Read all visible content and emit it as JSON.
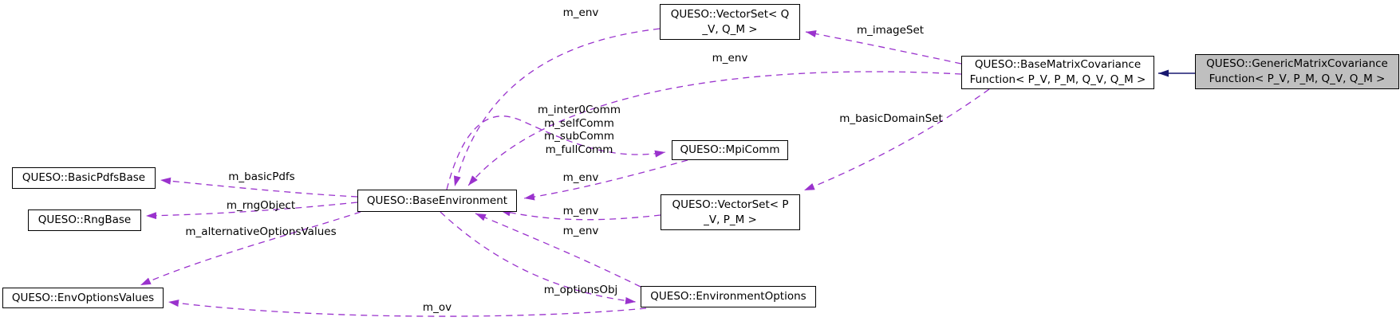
{
  "diagram": {
    "type": "doxygen-collaboration-graph",
    "colors": {
      "usage_edge": "#9a32cd",
      "inheritance_edge": "#191970",
      "node_fill": "#ffffff",
      "selected_node_fill": "#bfbfbf",
      "node_border": "#000000",
      "background": "#ffffff"
    }
  },
  "nodes": [
    {
      "id": "vectorset-q",
      "label": "QUESO::VectorSet< Q\n_V, Q_M >"
    },
    {
      "id": "base-matrix-covariance",
      "label": "QUESO::BaseMatrixCovariance\nFunction< P_V, P_M, Q_V, Q_M >"
    },
    {
      "id": "generic-matrix-covariance",
      "label": "QUESO::GenericMatrixCovariance\nFunction< P_V, P_M, Q_V, Q_M >"
    },
    {
      "id": "mpi-comm",
      "label": "QUESO::MpiComm"
    },
    {
      "id": "basic-pdfs-base",
      "label": "QUESO::BasicPdfsBase"
    },
    {
      "id": "base-environment",
      "label": "QUESO::BaseEnvironment"
    },
    {
      "id": "rng-base",
      "label": "QUESO::RngBase"
    },
    {
      "id": "vectorset-p",
      "label": "QUESO::VectorSet< P\n_V, P_M >"
    },
    {
      "id": "env-options-values",
      "label": "QUESO::EnvOptionsValues"
    },
    {
      "id": "environment-options",
      "label": "QUESO::EnvironmentOptions"
    }
  ],
  "edge_labels": [
    {
      "id": "env-from-vectorset-q",
      "label": "m_env"
    },
    {
      "id": "image-set",
      "label": "m_imageSet"
    },
    {
      "id": "env-from-matrix-covariance",
      "label": "m_env"
    },
    {
      "id": "comm-members",
      "label": "m_inter0Comm\nm_selfComm\nm_subComm\nm_fullComm"
    },
    {
      "id": "basic-domain-set",
      "label": "m_basicDomainSet"
    },
    {
      "id": "basic-pdfs",
      "label": "m_basicPdfs"
    },
    {
      "id": "env-from-mpi-comm",
      "label": "m_env"
    },
    {
      "id": "rng-object",
      "label": "m_rngObject"
    },
    {
      "id": "env-from-vectorset-p",
      "label": "m_env"
    },
    {
      "id": "alternative-options-values",
      "label": "m_alternativeOptionsValues"
    },
    {
      "id": "env-from-environment-options",
      "label": "m_env"
    },
    {
      "id": "options-obj",
      "label": "m_optionsObj"
    },
    {
      "id": "ov",
      "label": "m_ov"
    }
  ]
}
